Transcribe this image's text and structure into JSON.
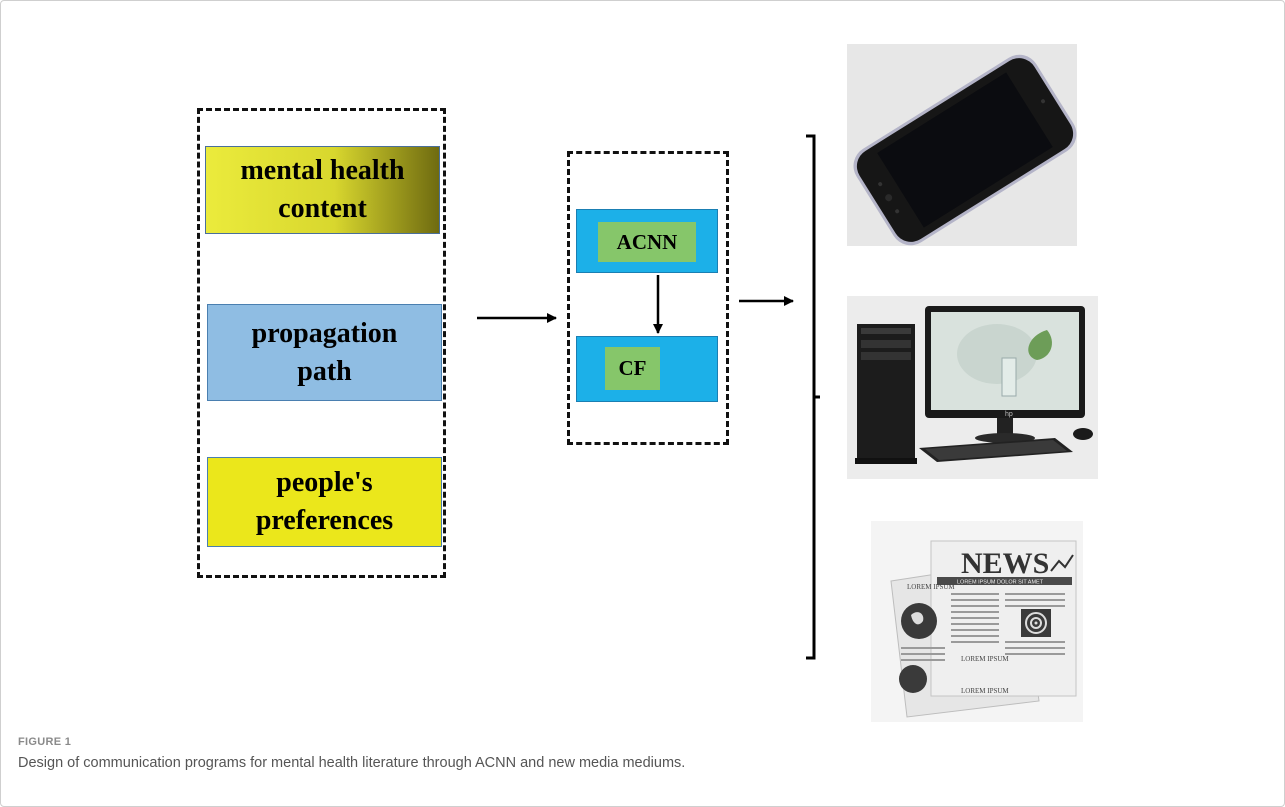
{
  "diagram": {
    "inputs": [
      {
        "label_line1": "mental health",
        "label_line2": "content"
      },
      {
        "label_line1": "propagation",
        "label_line2": "path"
      },
      {
        "label_line1": "people's",
        "label_line2": "preferences"
      }
    ],
    "model": {
      "top_label": "ACNN",
      "bottom_label": "CF"
    },
    "media": {
      "newspaper_headline": "NEWS",
      "newspaper_sub": "LOREM IPSUM DOLOR SIT AMET",
      "newspaper_col1": "LOREM IPSUM",
      "newspaper_col2": "LOREM IPSUM",
      "newspaper_col3": "LOREM IPSUM",
      "monitor_brand": "hp"
    }
  },
  "caption": {
    "label": "FIGURE 1",
    "text": "Design of communication programs for mental health literature through ACNN and new media mediums."
  },
  "colors": {
    "box1_gradient": [
      "#ebeb3c",
      "#d2d22a",
      "#6f6b10"
    ],
    "box2": "#8fbde3",
    "box3": "#ebe71b",
    "model_blue": "#1cb0e8",
    "model_green": "#86c66a"
  }
}
